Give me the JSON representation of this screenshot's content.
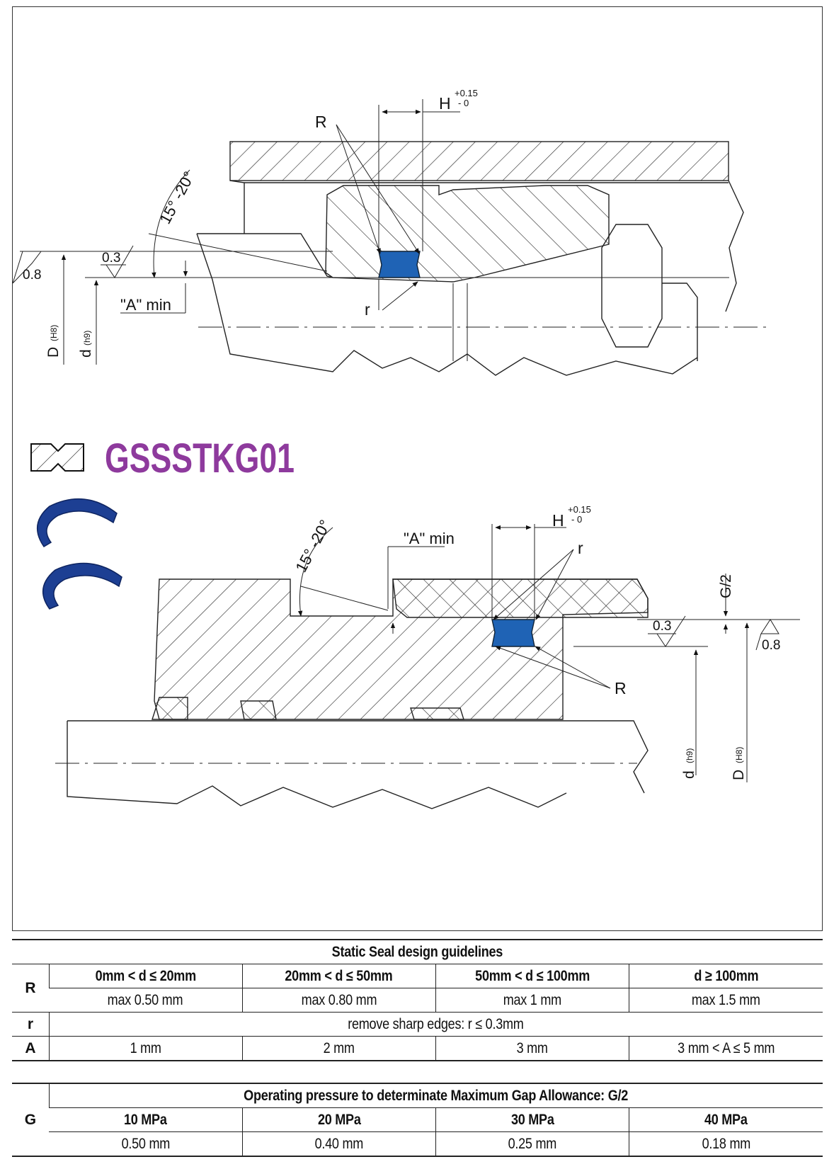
{
  "diagram": {
    "product_code": "GSSSTKG01",
    "top": {
      "R": "R",
      "r": "r",
      "H": "H",
      "H_tol_plus": "+0.15",
      "H_tol_minus": "- 0",
      "angle": "15° -20°",
      "surface_finish_0_8": "0.8",
      "surface_finish_0_3": "0.3",
      "A_min": "\"A\" min",
      "D": "D",
      "D_fit": "(H8)",
      "d": "d",
      "d_fit": "(h9)"
    },
    "bottom": {
      "R": "R",
      "r": "r",
      "H": "H",
      "H_tol_plus": "+0.15",
      "H_tol_minus": "- 0",
      "angle": "15° -20°",
      "A_min": "\"A\" min",
      "G2": "G/2",
      "surface_finish_0_3": "0.3",
      "surface_finish_0_8": "0.8",
      "d": "d",
      "d_fit": "(h9)",
      "D": "D",
      "D_fit": "(H8)"
    },
    "colors": {
      "seal": "#1f63b5",
      "product_code": "#8e3a9d",
      "ring": "#1d3f93"
    }
  },
  "table1": {
    "title": "Static Seal design guidelines",
    "rows": {
      "R": {
        "label": "R",
        "ranges": [
          "0mm < d ≤ 20mm",
          "20mm < d ≤ 50mm",
          "50mm < d ≤ 100mm",
          "d ≥ 100mm"
        ],
        "values": [
          "max 0.50 mm",
          "max 0.80 mm",
          "max 1 mm",
          "max 1.5 mm"
        ]
      },
      "r": {
        "label": "r",
        "value": "remove sharp edges: r  ≤ 0.3mm"
      },
      "A": {
        "label": "A",
        "values": [
          "1 mm",
          "2 mm",
          "3 mm",
          "3 mm < A ≤ 5 mm"
        ]
      }
    }
  },
  "table2": {
    "label": "G",
    "title": "Operating pressure to determinate Maximum Gap Allowance: G/2",
    "pressures": [
      "10 MPa",
      "20 MPa",
      "30 MPa",
      "40 MPa"
    ],
    "gaps": [
      "0.50 mm",
      "0.40 mm",
      "0.25 mm",
      "0.18 mm"
    ]
  }
}
